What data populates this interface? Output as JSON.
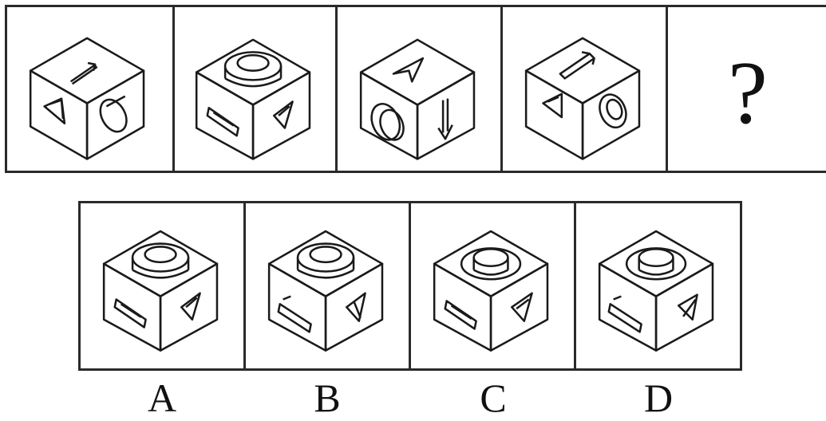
{
  "question_row": {
    "figures": [
      {
        "id": "fig-1",
        "top": "arrow",
        "left": "triangle",
        "right": "circle-hole"
      },
      {
        "id": "fig-2",
        "top": "ring-boss",
        "left": "arrow",
        "right": "triangle"
      },
      {
        "id": "fig-3",
        "top": "triangle",
        "left": "circle-hole",
        "right": "arrow"
      },
      {
        "id": "fig-4",
        "top": "arrow",
        "left": "triangle",
        "right": "ring-boss"
      }
    ],
    "unknown_label": "?"
  },
  "options": [
    {
      "letter": "A",
      "top": "ring-boss",
      "left": "arrow",
      "right": "triangle"
    },
    {
      "letter": "B",
      "top": "ring-boss",
      "left": "arrow",
      "right": "triangle"
    },
    {
      "letter": "C",
      "top": "circle-hole",
      "left": "arrow",
      "right": "triangle"
    },
    {
      "letter": "D",
      "top": "circle-hole",
      "left": "arrow",
      "right": "triangle"
    }
  ],
  "colors": {
    "line": "#1a1a1a",
    "background": "#ffffff"
  }
}
